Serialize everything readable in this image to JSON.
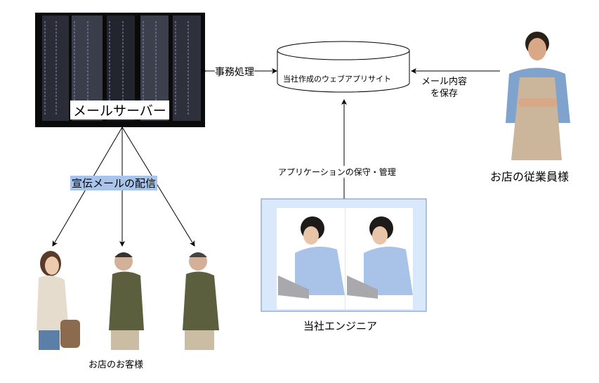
{
  "server": {
    "label": "メールサーバー"
  },
  "webapp": {
    "label": "当社作成のウェブアプリサイト"
  },
  "edges": {
    "office_work": "事務処理",
    "save_mail_line1": "メール内容",
    "save_mail_line2": "を保存",
    "maintenance": "アプリケーションの保守・管理",
    "promo_mail": "宣伝メールの配信"
  },
  "employee": {
    "label": "お店の従業員様"
  },
  "engineer": {
    "label": "当社エンジニア"
  },
  "customers": {
    "label": "お店のお客様"
  },
  "colors": {
    "engineer_fill": "#dae8fc",
    "engineer_stroke": "#6c8ebf",
    "promo_highlight": "#a9c4eb"
  }
}
